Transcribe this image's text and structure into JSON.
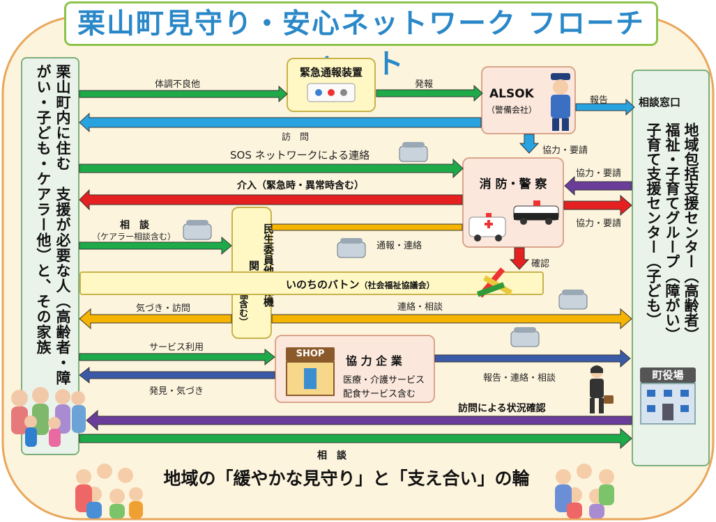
{
  "title": "栗山町見守り・安心ネットワーク フローチャート",
  "left_panel": {
    "text": "栗山町内に住む　支援が必要な人（高齢者・障がい・子ども・ケアラー他）と、その家族"
  },
  "right_panel": {
    "header": "相談窓口",
    "text": "地域包括支援センター（高齢者）福祉・子育てグループ（障がい）子育て支援センター（子ども）",
    "town_hall": "町役場"
  },
  "emergency_device": "緊急通報装置",
  "alsok": {
    "name": "ALSOK",
    "sub": "（警備会社）"
  },
  "fire_police": "消 防・警 察",
  "minsei": {
    "main": "民生委員他関係機関",
    "sub": "（社協含む）"
  },
  "inochi_baton": {
    "main": "いのちのバトン",
    "sub": "（社会福祉協議会）"
  },
  "partner": {
    "title": "協 力 企 業",
    "line1": "医療・介護サービス",
    "line2": "配食サービス含む",
    "shop_sign": "SHOP"
  },
  "labels": {
    "taicho": "体調不良他",
    "hatsuho": "発報",
    "hokoku": "報告",
    "homon": "訪　問",
    "kyoryoku1": "協力・要請",
    "sos": "SOS ネットワークによる連絡",
    "kyoryoku2": "協力・要請",
    "kainyu": "介入（緊急時・異常時含む）",
    "kyoryoku3": "協力・要請",
    "sodan": "相　談",
    "sodan_sub": "（ケアラー相談含む）",
    "tsuho": "通報・連絡",
    "kakunin": "確認",
    "kizuki": "気づき・訪問",
    "renraku": "連絡・相談",
    "service": "サービス利用",
    "hakken": "発見・気づき",
    "hokoku_renraku": "報告・連絡・相談",
    "homon_jokyo": "訪問による状況確認",
    "sodan_bottom": "相　談"
  },
  "slogan": "地域の「緩やかな見守り」と「支え合い」の輪",
  "colors": {
    "green": "#1faa4a",
    "blue": "#29a3e0",
    "red": "#e52020",
    "purple": "#6a3d9a",
    "orange": "#f5b400",
    "navy": "#3a5aa8"
  }
}
